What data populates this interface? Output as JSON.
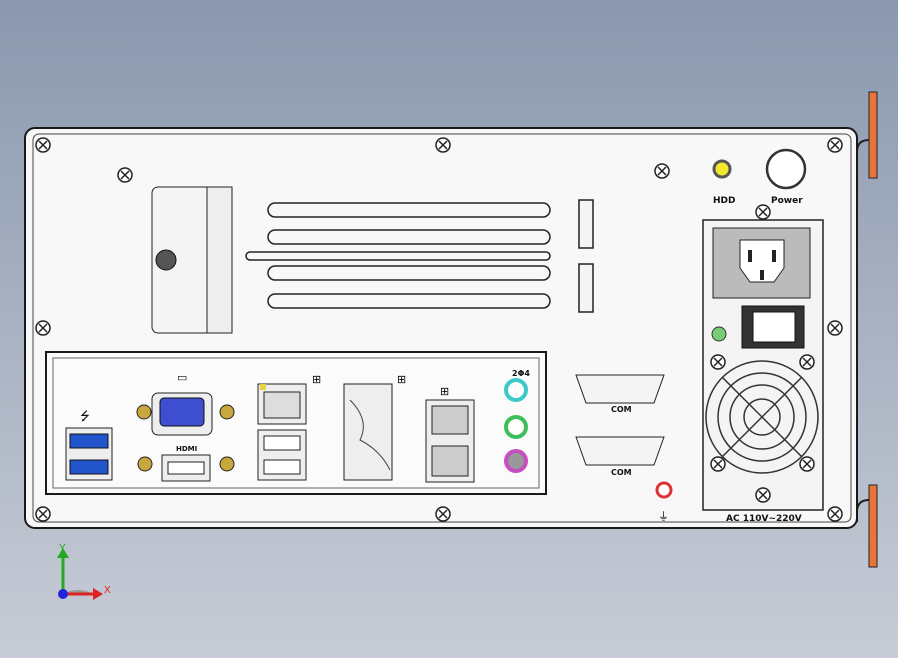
{
  "labels": {
    "hdd": "HDD",
    "power": "Power",
    "hdmi": "HDMI",
    "com1": "COM",
    "com2": "COM",
    "ac": "AC 110V~220V",
    "audio": "2Φ4"
  },
  "axes": {
    "x": "X",
    "y": "Y"
  },
  "colors": {
    "panel": "#f8f8f8",
    "outline": "#1a1a1a",
    "bracket": "#e8743a",
    "hdd_led": "#f2e830",
    "usb_blue": "#2255cc",
    "vga_blue": "#3d4fd0",
    "audio_cyan": "#3cc9c9",
    "audio_green": "#3cbf5a",
    "audio_pink": "#c64fbf"
  }
}
